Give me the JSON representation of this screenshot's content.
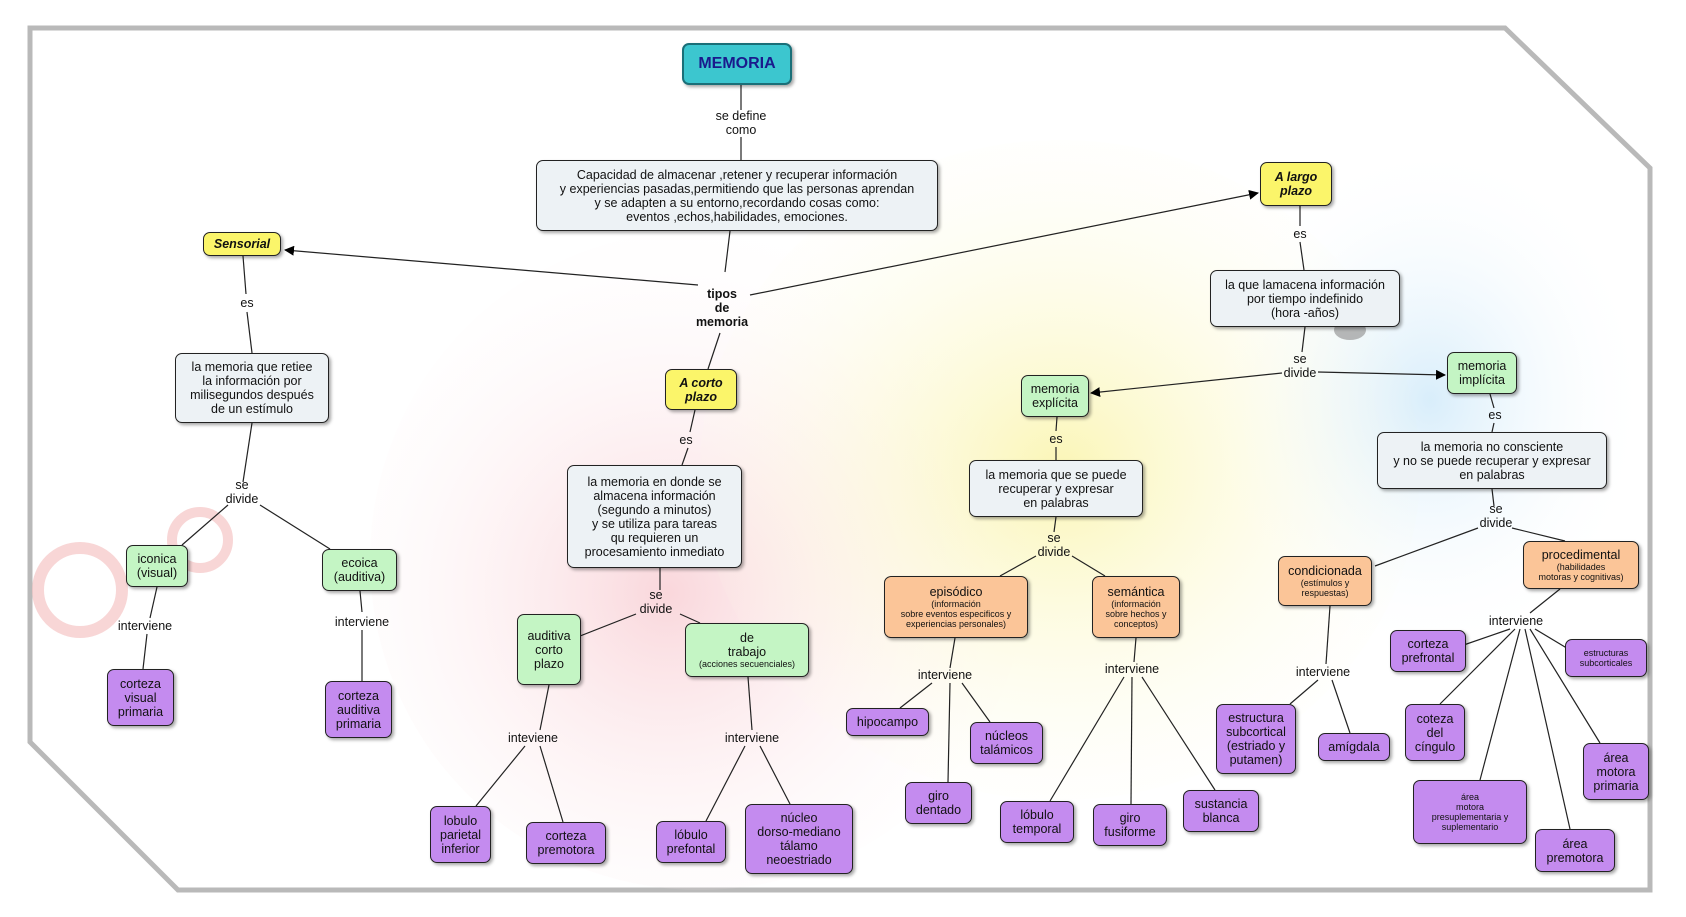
{
  "colors": {
    "main": "#3cc6cf",
    "definition": "#edf2f5",
    "type": "#fbf56a",
    "subtype": "#c4f5c4",
    "category": "#fbc598",
    "region": "#c48bef"
  },
  "nodes": {
    "memoria": "MEMORIA",
    "definicion": [
      "Capacidad de almacenar ,retener y recuperar información",
      "y experiencias pasadas,permitiendo que las personas aprendan",
      "y se adapten a su entorno,recordando cosas como:",
      "eventos ,echos,habilidades, emociones."
    ],
    "sensorial": "Sensorial",
    "sensorial_def": [
      "la memoria que retiee",
      "la información por",
      "milisegundos después",
      "de un estímulo"
    ],
    "iconica": [
      "iconica",
      "(visual)"
    ],
    "ecoica": [
      "ecoica",
      "(auditiva)"
    ],
    "corteza_visual": [
      "corteza",
      "visual",
      "primaria"
    ],
    "corteza_auditiva": [
      "corteza",
      "auditiva",
      "primaria"
    ],
    "corto_plazo": [
      "A corto",
      "plazo"
    ],
    "corto_def": [
      "la memoria en donde se",
      "almacena información",
      "(segundo a minutos)",
      "y se utiliza para tareas",
      "qu requieren un",
      "procesamiento inmediato"
    ],
    "auditiva_corto": [
      "auditiva",
      "corto",
      "plazo"
    ],
    "de_trabajo": [
      "de",
      "trabajo"
    ],
    "de_trabajo_sub": "(acciones secuenciales)",
    "lobulo_parietal": [
      "lobulo",
      "parietal",
      "inferior"
    ],
    "corteza_premotora": [
      "corteza",
      "premotora"
    ],
    "lobulo_prefontal": [
      "lóbulo",
      "prefontal"
    ],
    "nucleo_dorso": [
      "núcleo",
      "dorso-mediano",
      "tálamo",
      "neoestriado"
    ],
    "largo_plazo": [
      "A largo",
      "plazo"
    ],
    "largo_def": [
      "la que lamacena información",
      "por tiempo indefinido",
      "(hora -años)"
    ],
    "explicita": [
      "memoria",
      "explícita"
    ],
    "explicita_def": [
      "la memoria que se puede",
      "recuperar y expresar",
      "en palabras"
    ],
    "episodico": "episódico",
    "episodico_sub": [
      "(información",
      "sobre eventos especificos y",
      "experiencias personales)"
    ],
    "semantica": "semántica",
    "semantica_sub": [
      "(información",
      "sobre hechos y",
      "conceptos)"
    ],
    "hipocampo": "hipocampo",
    "nucleos_talamicos": [
      "núcleos",
      "talámicos"
    ],
    "giro_dentado": [
      "giro",
      "dentado"
    ],
    "lobulo_temporal": [
      "lóbulo",
      "temporal"
    ],
    "giro_fusiforme": [
      "giro",
      "fusiforme"
    ],
    "sustancia_blanca": [
      "sustancia",
      "blanca"
    ],
    "implicita": [
      "memoria",
      "implícita"
    ],
    "implicita_def": [
      "la memoria no consciente",
      "y no se puede recuperar y expresar",
      "en palabras"
    ],
    "condicionada": "condicionada",
    "condicionada_sub": [
      "(estímulos y",
      "respuestas)"
    ],
    "procedimental": "procedimental",
    "procedimental_sub": [
      "(habilidades",
      "motoras y cognitivas)"
    ],
    "estructura_subcortical": [
      "estructura",
      "subcortical",
      "(estriado y",
      "putamen)"
    ],
    "amigdala": "amígdala",
    "corteza_prefrontal": [
      "corteza",
      "prefrontal"
    ],
    "coteza_cingulo": [
      "coteza",
      "del",
      "cíngulo"
    ],
    "area_presuplementaria": [
      "área",
      "motora",
      "presuplementaria y",
      "suplementario"
    ],
    "area_premotora": [
      "área",
      "premotora"
    ],
    "area_motora_primaria": [
      "área",
      "motora",
      "primaria"
    ],
    "estructuras_subcorticales": [
      "estructuras",
      "subcorticales"
    ]
  },
  "links": {
    "se_define_como": [
      "se define",
      "como"
    ],
    "tipos_de_memoria": [
      "tipos",
      "de",
      "memoria"
    ],
    "es": "es",
    "se_divide": [
      "se",
      "divide"
    ],
    "interviene": "interviene",
    "inteviene": "inteviene"
  }
}
